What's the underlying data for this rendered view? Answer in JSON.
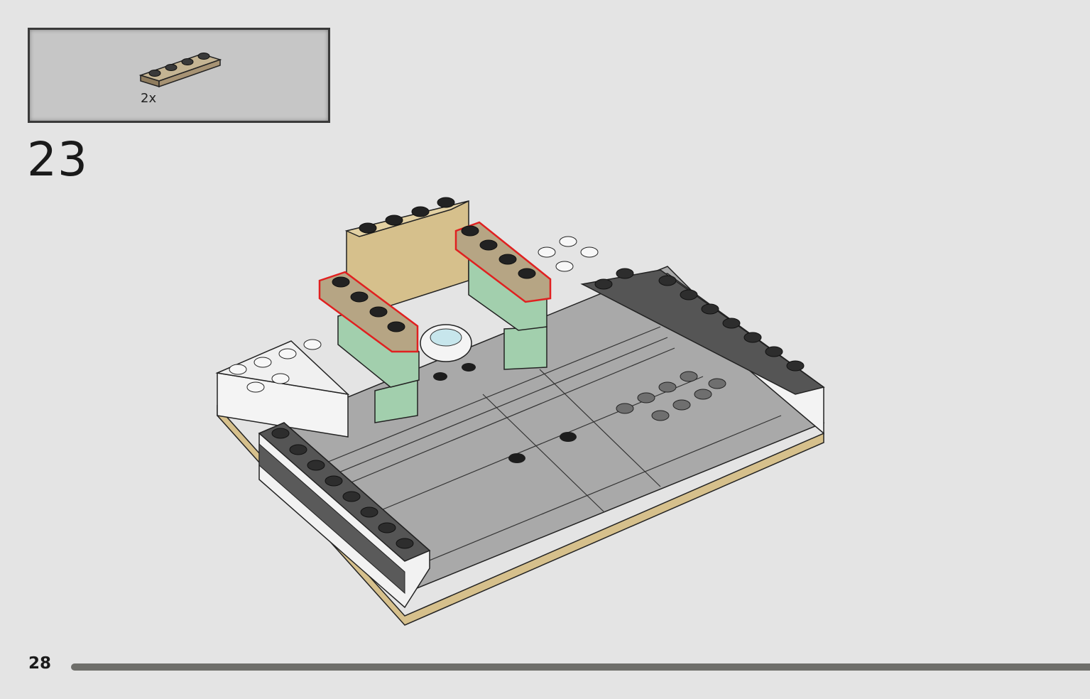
{
  "step": {
    "number": "23",
    "parts": [
      {
        "name": "tan-plate-1x4",
        "quantity_label": "2x",
        "color": "#b6a584"
      }
    ]
  },
  "page": {
    "number": "28"
  },
  "colors": {
    "background": "#e4e4e4",
    "parts_box": "#c6c6c6",
    "highlight": "#e02020",
    "tan": "#d6c08c",
    "dark_tan": "#9e8a6c",
    "sand_green": "#9fcaab",
    "light_gray": "#a9a9a9",
    "dark_gray": "#5a5a5a",
    "white": "#f6f6f6"
  }
}
